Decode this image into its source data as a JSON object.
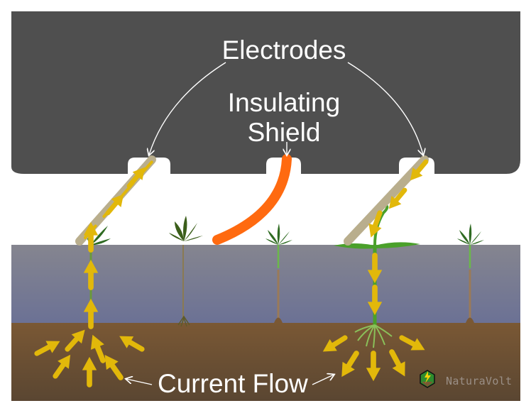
{
  "labels": {
    "electrodes": "Electrodes",
    "insulating_shield_line1": "Insulating",
    "insulating_shield_line2": "Shield",
    "current_flow": "Current Flow"
  },
  "logo": {
    "text": "NaturaVolt",
    "icon": "lightning-hexagon-icon"
  },
  "colors": {
    "machine_body": "#4f4f4f",
    "electrode_rod": "#b9ae8d",
    "current_arrow": "#e2b80a",
    "insulating_shield": "#ff6a10",
    "crop_layer": "#7c7e90",
    "soil": "#6e5232",
    "leaf_green": "#2f6b22",
    "weed_green": "#4aa02a"
  },
  "elements": {
    "left_electrode": {
      "current_direction": "up"
    },
    "right_electrode": {
      "current_direction": "down"
    },
    "weed_left": {
      "current_flow": "into-root-from-soil"
    },
    "weed_right": {
      "current_flow": "out-of-root-into-soil"
    }
  }
}
